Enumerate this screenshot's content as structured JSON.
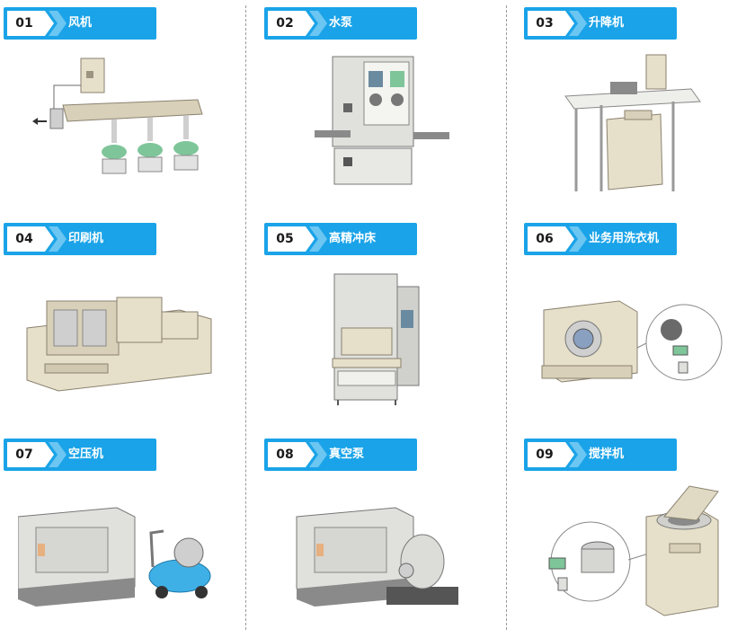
{
  "items": [
    {
      "num": "01",
      "label": "风机",
      "icon": "fan-illustration"
    },
    {
      "num": "02",
      "label": "水泵",
      "icon": "water-pump-illustration"
    },
    {
      "num": "03",
      "label": "升降机",
      "icon": "elevator-illustration"
    },
    {
      "num": "04",
      "label": "印刷机",
      "icon": "printing-press-illustration"
    },
    {
      "num": "05",
      "label": "高精冲床",
      "icon": "precision-punch-press-illustration"
    },
    {
      "num": "06",
      "label": "业务用洗衣机",
      "icon": "commercial-washer-illustration"
    },
    {
      "num": "07",
      "label": "空压机",
      "icon": "air-compressor-illustration"
    },
    {
      "num": "08",
      "label": "真空泵",
      "icon": "vacuum-pump-illustration"
    },
    {
      "num": "09",
      "label": "搅拌机",
      "icon": "mixer-illustration"
    }
  ],
  "colors": {
    "accent": "#1aa3e8",
    "badge_box": "#ffffff",
    "machine_beige": "#e6dfc9",
    "machine_gray": "#cfcfcf"
  }
}
